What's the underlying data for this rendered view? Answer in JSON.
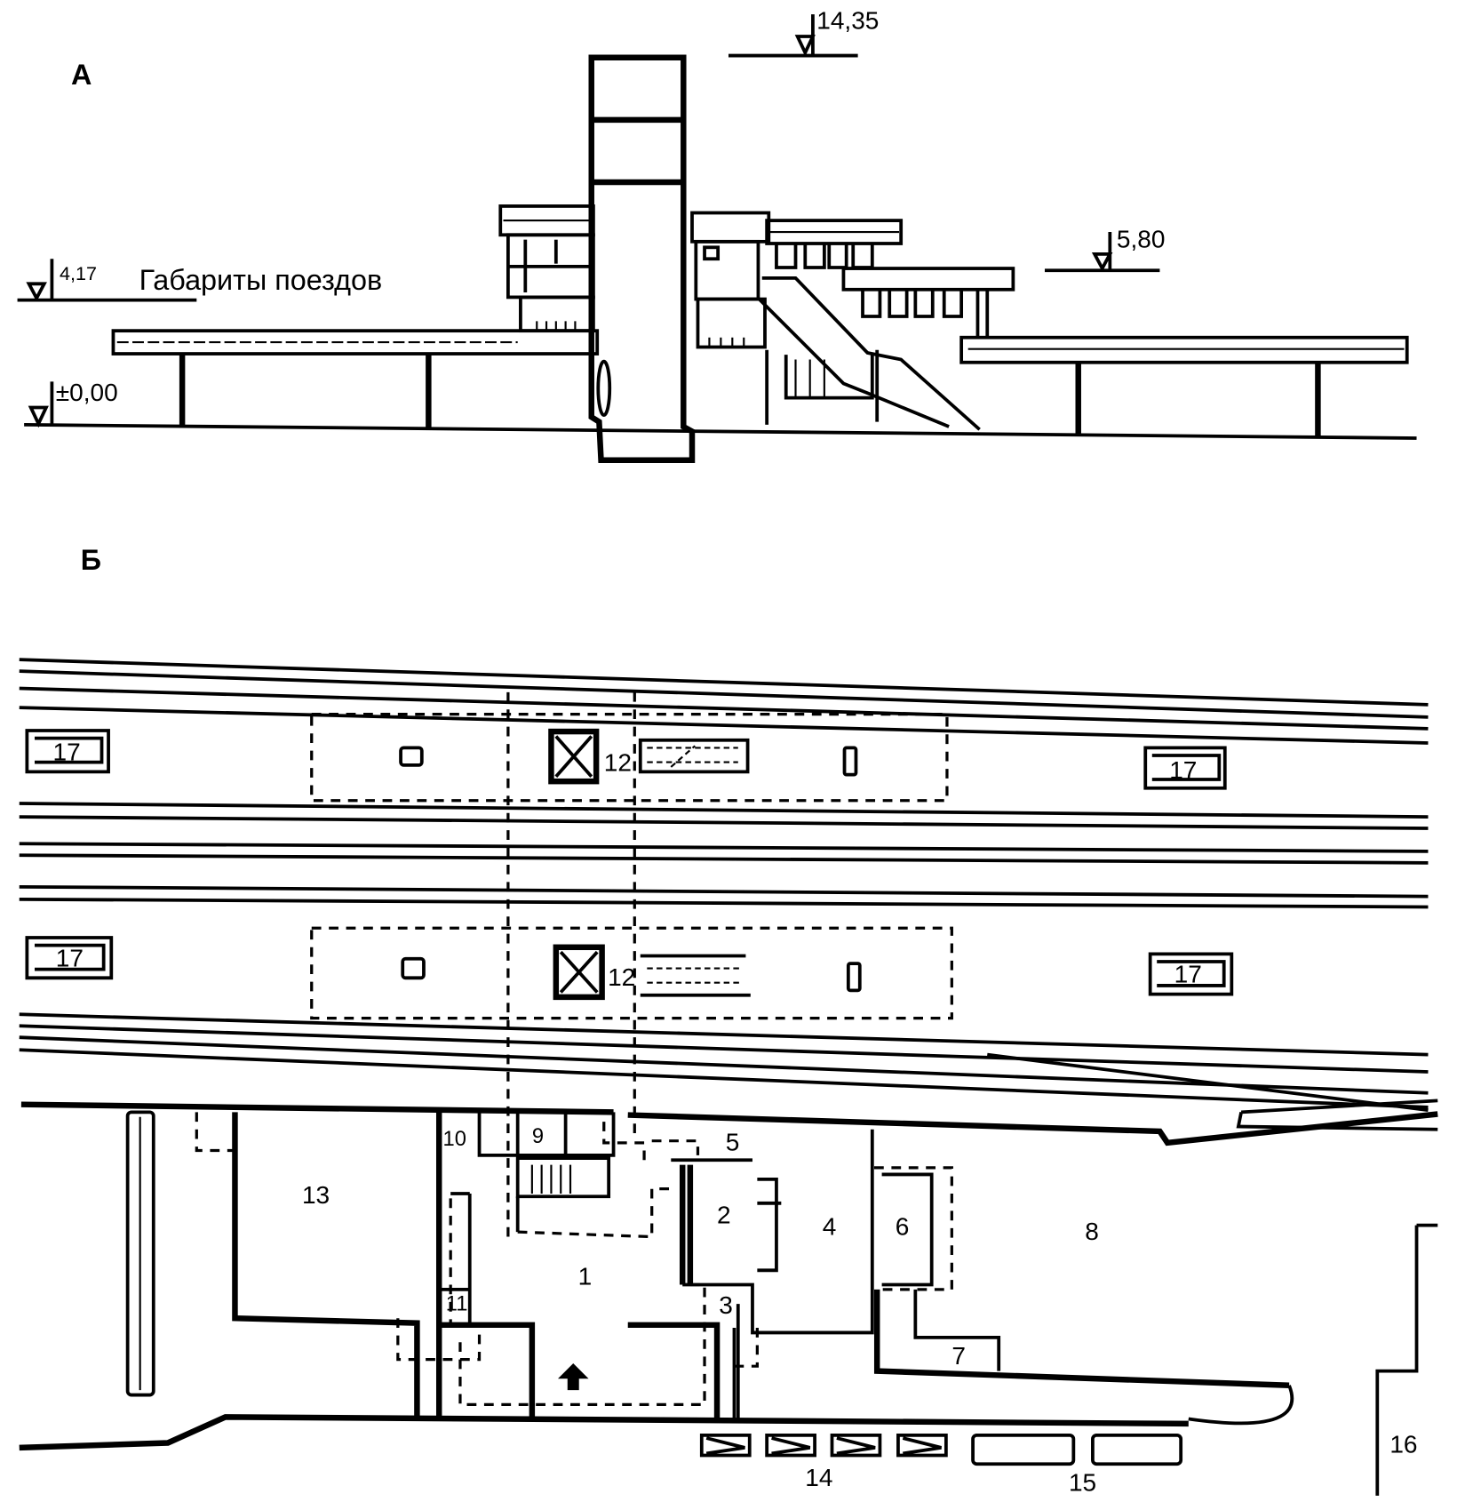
{
  "section_a": {
    "title": "А",
    "caption": "Габариты поездов",
    "levels": {
      "top": "14,35",
      "upper": "5,80",
      "train": "4,17",
      "ground": "±0,00"
    }
  },
  "section_b": {
    "title": "Б",
    "rooms": {
      "r1": "1",
      "r2": "2",
      "r3": "3",
      "r4": "4",
      "r5": "5",
      "r6": "6",
      "r7": "7",
      "r8": "8",
      "r9": "9",
      "r10": "10",
      "r11": "11",
      "r13": "13",
      "r14": "14",
      "r15": "15",
      "r16": "16"
    },
    "elevator_labels": [
      "12",
      "12"
    ],
    "bench_labels": [
      "17",
      "17",
      "17",
      "17"
    ]
  }
}
